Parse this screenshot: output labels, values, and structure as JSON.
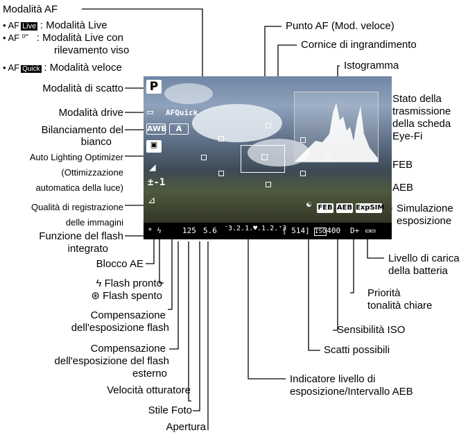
{
  "modes": {
    "af_mode": "Modalità AF",
    "live_bullet": "• AF",
    "live_icon": "Live",
    "live_text": ": Modalità Live",
    "face_bullet": "• AF ⁰˘",
    "face_text_1": ": Modalità Live con",
    "face_text_2": "rilevamento viso",
    "quick_bullet": "• AF",
    "quick_icon": "Quick",
    "quick_text": ": Modalità veloce"
  },
  "left_labels": {
    "shooting_mode": "Modalità di scatto",
    "drive_mode": "Modalità drive",
    "white_balance_1": "Bilanciamento del",
    "white_balance_2": "bianco",
    "alo_1": "Auto Lighting Optimizer",
    "alo_2": "(Ottimizzazione",
    "alo_3": "automatica della luce)",
    "quality_1": "Qualità di registrazione",
    "quality_2": "delle immagini",
    "flash_func_1": "Funzione del flash",
    "flash_func_2": "integrato",
    "ae_lock": "Blocco AE",
    "flash_ready": "ϟ Flash pronto",
    "flash_off": "⊛ Flash spento",
    "flash_comp_1": "Compensazione",
    "flash_comp_2": "dell'esposizione flash",
    "ext_flash_comp_1": "Compensazione",
    "ext_flash_comp_2": "dell'esposizione del flash",
    "ext_flash_comp_3": "esterno",
    "shutter_speed": "Velocità otturatore",
    "picture_style": "Stile Foto",
    "aperture": "Apertura"
  },
  "right_labels": {
    "af_point": "Punto AF (Mod. veloce)",
    "magnify_frame": "Cornice di ingrandimento",
    "histogram": "Istogramma",
    "eyefi_1": "Stato della",
    "eyefi_2": "trasmissione",
    "eyefi_3": "della scheda",
    "eyefi_4": "Eye-Fi",
    "feb": "FEB",
    "aeb": "AEB",
    "exp_sim_1": "Simulazione",
    "exp_sim_2": "esposizione",
    "battery_1": "Livello di carica",
    "battery_2": "della batteria",
    "highlight_1": "Priorità",
    "highlight_2": "tonalità chiare",
    "iso": "Sensibilità ISO",
    "shots": "Scatti possibili",
    "exposure_1": "Indicatore livello di",
    "exposure_2": "esposizione/Intervallo AEB"
  },
  "screen": {
    "mode": "P",
    "af_quick": "AFQuick",
    "awb": "AWB",
    "style": "A",
    "flash_comp": "±-1",
    "ae_flash": "* ϟ",
    "shutter": "125",
    "aperture": "5.6",
    "scale": "⁻3.2.1.♥.1.2.⁺3",
    "shots": "[ 514]",
    "iso_icon": "ISO",
    "iso": "400",
    "highlight": "D+",
    "feb": "FEB",
    "aeb": "AEB",
    "expsim": "ExpSIM"
  }
}
